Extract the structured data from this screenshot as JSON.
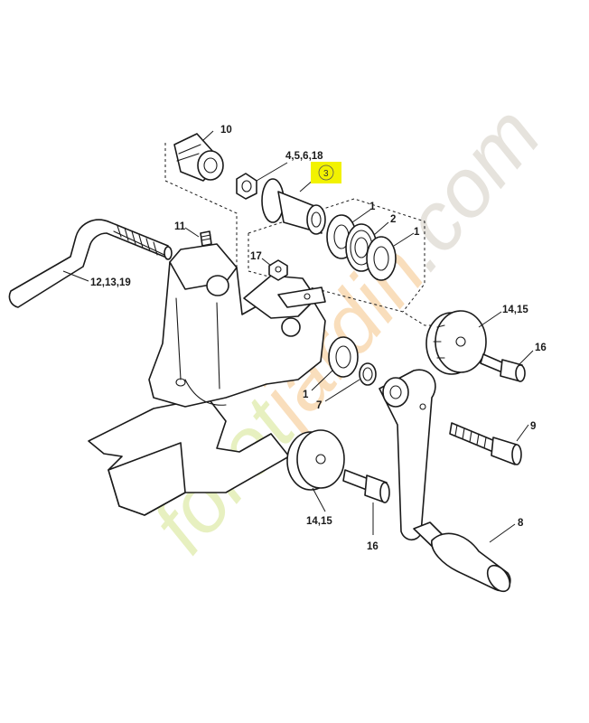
{
  "watermark": {
    "text": "foretjardin.com",
    "colors": {
      "foret": "#c9dd73",
      "jardin": "#f2b56b",
      "com": "#c8c2b4"
    }
  },
  "callouts": {
    "c10": "10",
    "c4_5_6_18": "4,5,6,18",
    "c3": "3",
    "c1_top": "1",
    "c2": "2",
    "c1_right": "1",
    "c11": "11",
    "c17": "17",
    "c12_13_19": "12,13,19",
    "c14_15_right": "14,15",
    "c16_right": "16",
    "c1_mid": "1",
    "c7": "7",
    "c9": "9",
    "c14_15_bottom": "14,15",
    "c16_bottom": "16",
    "c8": "8"
  },
  "highlight": {
    "color": "#f2f200",
    "callout": "3"
  }
}
